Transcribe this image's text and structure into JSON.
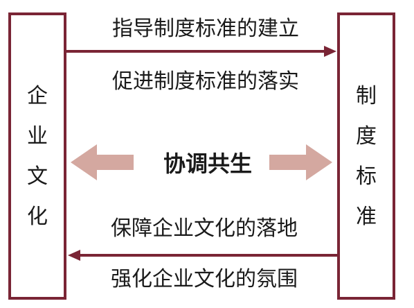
{
  "left_box": {
    "chars": [
      "企",
      "业",
      "文",
      "化"
    ]
  },
  "right_box": {
    "chars": [
      "制",
      "度",
      "标",
      "准"
    ]
  },
  "top_labels": [
    "指导制度标准的建立",
    "促进制度标准的落实"
  ],
  "bottom_labels": [
    "保障企业文化的落地",
    "强化企业文化的氛围"
  ],
  "center_label": "协调共生",
  "colors": {
    "border": "#7a2535",
    "wide_arrow": "#d4a8a0"
  }
}
